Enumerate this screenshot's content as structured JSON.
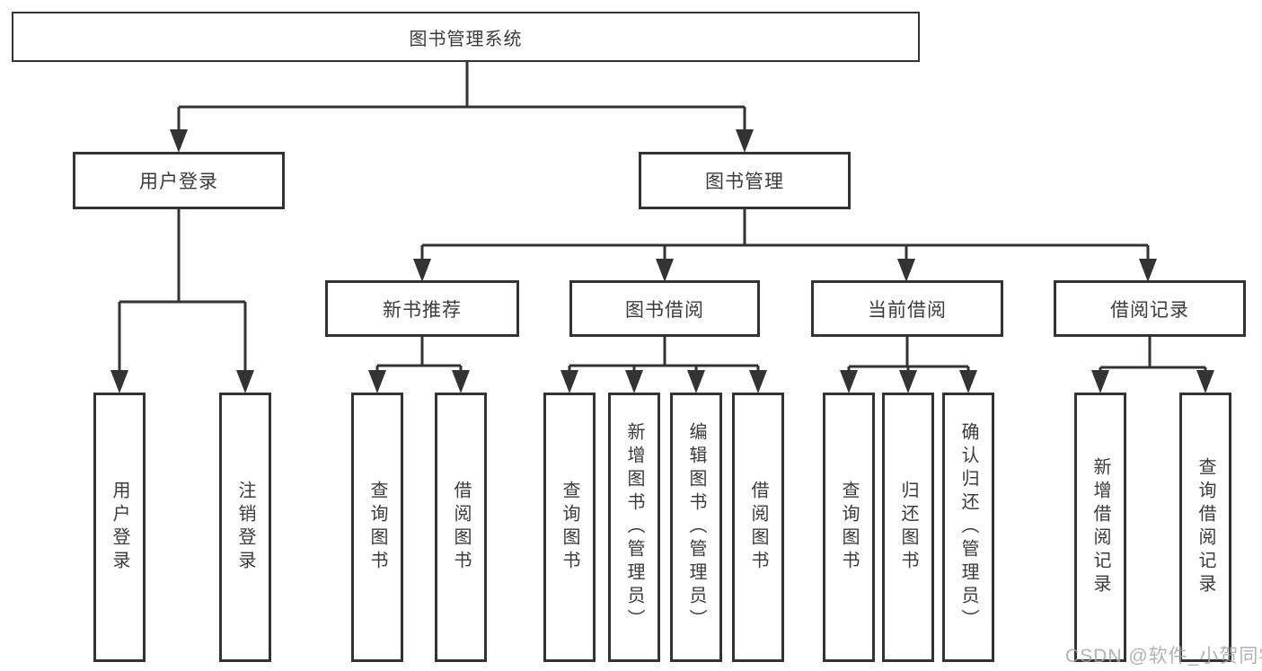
{
  "tree": {
    "root": {
      "label": "图书管理系统",
      "children": [
        {
          "label": "用户登录",
          "children": [
            {
              "label": "用户登录"
            },
            {
              "label": "注销登录"
            }
          ]
        },
        {
          "label": "图书管理",
          "children": [
            {
              "label": "新书推荐",
              "children": [
                {
                  "label": "查询图书"
                },
                {
                  "label": "借阅图书"
                }
              ]
            },
            {
              "label": "图书借阅",
              "children": [
                {
                  "label": "查询图书"
                },
                {
                  "label": "新增图书（管理员）"
                },
                {
                  "label": "编辑图书（管理员）"
                },
                {
                  "label": "借阅图书"
                }
              ]
            },
            {
              "label": "当前借阅",
              "children": [
                {
                  "label": "查询图书"
                },
                {
                  "label": "归还图书"
                },
                {
                  "label": "确认归还（管理员）"
                }
              ]
            },
            {
              "label": "借阅记录",
              "children": [
                {
                  "label": "新增借阅记录"
                },
                {
                  "label": "查询借阅记录"
                }
              ]
            }
          ]
        }
      ]
    }
  },
  "watermark": {
    "text": "CSDN @软件_小贺同学"
  },
  "colors": {
    "line": "#333333",
    "box_border": "#333333",
    "text": "#3b3b3b",
    "watermark": "#a5a5a5",
    "background": "#ffffff"
  }
}
